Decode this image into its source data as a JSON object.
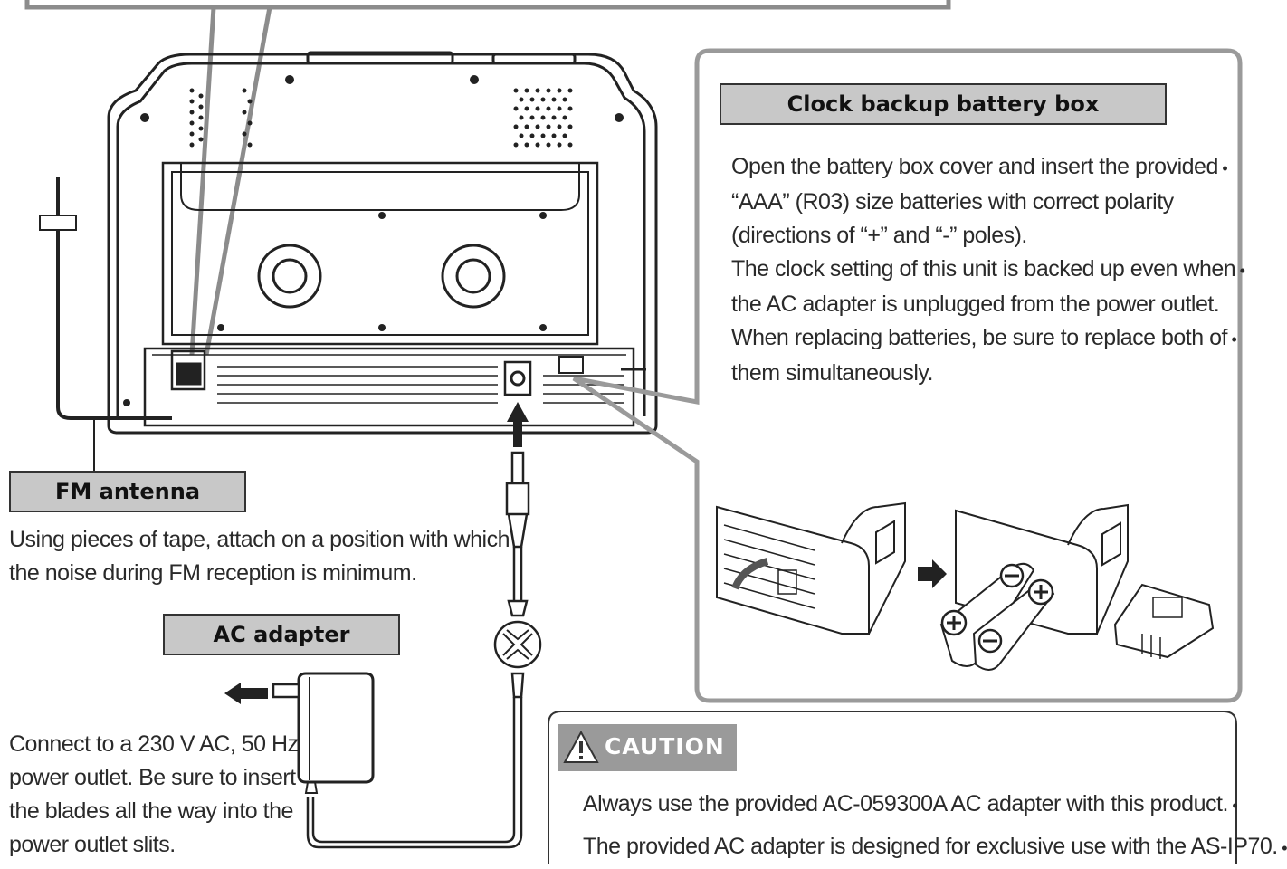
{
  "fm_antenna": {
    "title": "FM antenna",
    "lines": [
      "Using pieces of tape, attach on a position with which",
      "the noise during FM reception is minimum."
    ]
  },
  "ac_adapter": {
    "title": "AC adapter",
    "lines": [
      "Connect to a 230 V AC, 50 Hz",
      "power outlet. Be sure to insert",
      "the blades all the way into the",
      "power outlet slits."
    ]
  },
  "battery_box": {
    "title": "Clock backup battery box",
    "lines": [
      "Open the battery box cover and insert the provided",
      "“AAA” (R03) size batteries with correct polarity",
      "(directions of “+” and “-” poles).",
      "The clock setting of this unit is backed up even when",
      "the AC adapter is unplugged from the power outlet.",
      "When replacing batteries, be sure to replace both of",
      "them simultaneously."
    ]
  },
  "caution": {
    "title": "CAUTION",
    "lines": [
      "Always use the provided AC-059300A AC adapter with this product.",
      "The provided AC adapter is designed for exclusive use with the AS-IP70."
    ]
  },
  "icons": [
    "warning-triangle-icon",
    "arrow-right-icon",
    "arrow-left-icon",
    "arrow-up-icon"
  ],
  "colors": {
    "label_fill": "#c8c8c8",
    "caution_fill": "#9a9a9a",
    "line": "#333333"
  }
}
